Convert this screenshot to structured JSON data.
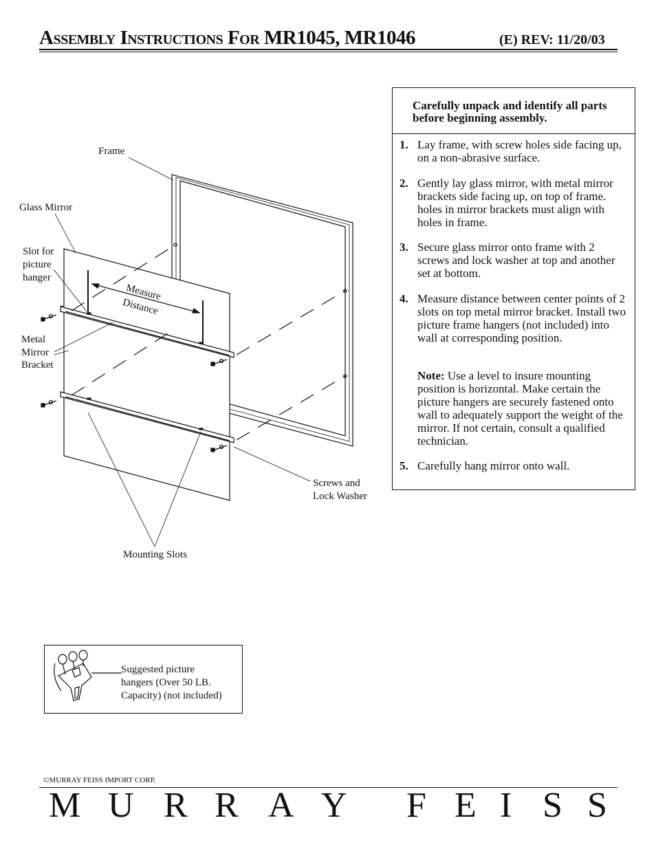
{
  "header": {
    "title": "Assembly Instructions For MR1045, MR1046",
    "revision": "(E) REV:  11/20/03"
  },
  "instructions": {
    "intro": "Carefully unpack and identify all parts before beginning assembly.",
    "steps": [
      {
        "num": "1.",
        "text": "Lay frame, with screw holes side facing up, on a non-abrasive surface."
      },
      {
        "num": "2.",
        "text": "Gently lay glass mirror, with metal mirror brackets side facing up, on top of frame.  holes in mirror brackets must align with holes in frame."
      },
      {
        "num": "3.",
        "text": "Secure glass mirror onto frame with 2 screws and lock washer at top and another set at bottom."
      },
      {
        "num": "4.",
        "text": "Measure distance between center points of 2 slots on top metal mirror bracket. Install two picture frame hangers (not included) into wall at corresponding position."
      },
      {
        "num": "5.",
        "text": "Carefully hang mirror onto wall."
      }
    ],
    "note_label": "Note:",
    "note_text": " Use a level to insure mounting position is horizontal. Make certain the picture hangers are securely fastened onto wall to adequately support the weight of the mirror. If not certain, consult a qualified technician."
  },
  "diagram": {
    "frame": "Frame",
    "glass_mirror": "Glass Mirror",
    "slot_line1": "Slot for",
    "slot_line2": "picture",
    "slot_line3": "hanger",
    "measure": "Measure",
    "distance": "Distance",
    "bracket_line1": "Metal",
    "bracket_line2": "Mirror",
    "bracket_line3": "Bracket",
    "screws_line1": "Screws and",
    "screws_line2": "Lock Washer",
    "mounting_slots": "Mounting Slots"
  },
  "hanger_box": {
    "line1": "Suggested picture",
    "line2": "hangers (Over 50 LB.",
    "line3": "Capacity) (not included)"
  },
  "footer": {
    "copyright": "©MURRAY FEISS IMPORT CORP.",
    "brand_letters": [
      "M",
      "U",
      "R",
      "R",
      "A",
      "Y",
      "F",
      "E",
      "I",
      "S",
      "S"
    ]
  }
}
